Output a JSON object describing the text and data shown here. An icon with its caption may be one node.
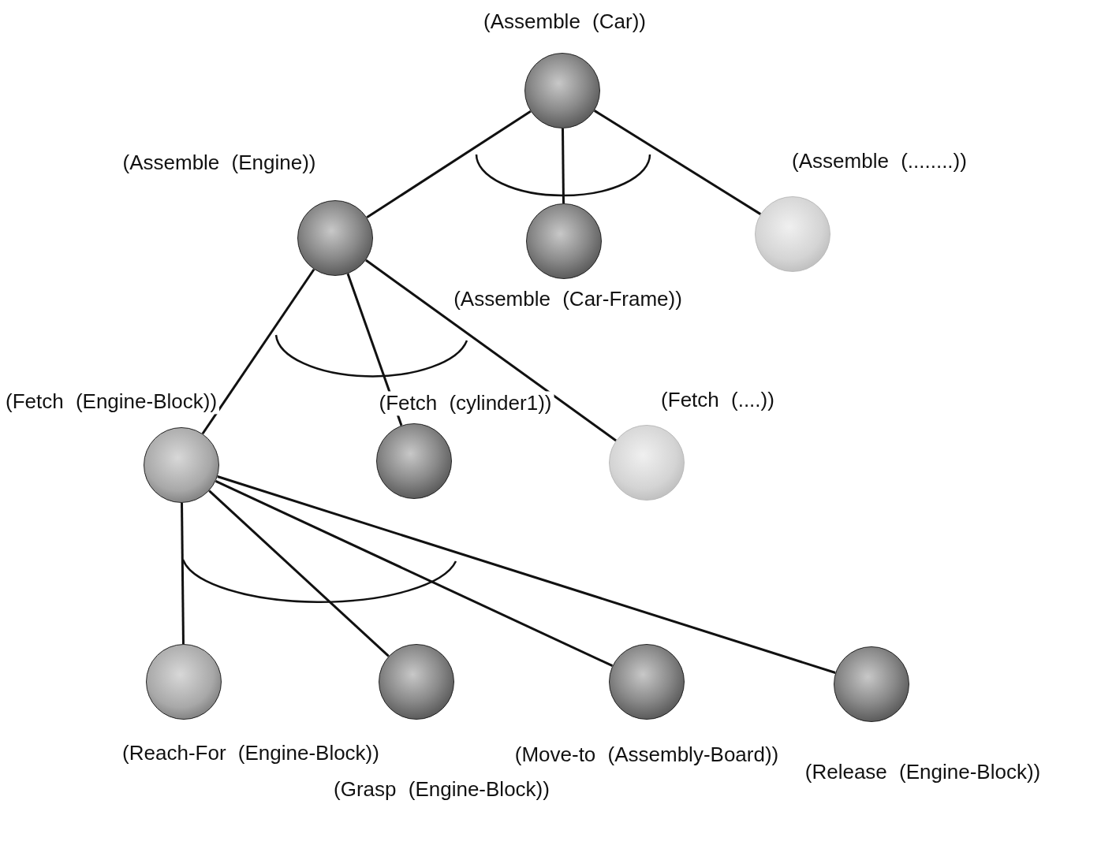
{
  "diagram": {
    "nodes": [
      {
        "text": [],
        "shape": "circle",
        "beside": [
          "(Assemble (Car))"
        ]
      },
      {
        "text": [],
        "shape": "circle",
        "beside": [
          "(Assemble (Engine))"
        ]
      },
      {
        "text": [],
        "shape": "circle",
        "beside": [
          "(Assemble (Car-Frame))"
        ]
      },
      {
        "text": [],
        "shape": "circle",
        "beside": [
          "(Assemble (........))"
        ]
      },
      {
        "text": [],
        "shape": "circle",
        "beside": [
          "(Fetch (Engine-Block))"
        ]
      },
      {
        "text": [],
        "shape": "circle",
        "beside": [
          "(Fetch (cylinder1))"
        ]
      },
      {
        "text": [],
        "shape": "circle",
        "beside": [
          "(Fetch (....))"
        ]
      },
      {
        "text": [],
        "shape": "circle",
        "beside": [
          "(Reach-For (Engine-Block))"
        ]
      },
      {
        "text": [],
        "shape": "circle",
        "beside": [
          "(Grasp (Engine-Block))"
        ]
      },
      {
        "text": [],
        "shape": "circle",
        "beside": [
          "(Move-to (Assembly-Board))"
        ]
      },
      {
        "text": [],
        "shape": "circle",
        "beside": [
          "(Release (Engine-Block))"
        ]
      }
    ],
    "edges": [
      {
        "from": 0,
        "to": 1,
        "arrow": "none"
      },
      {
        "from": 0,
        "to": 2,
        "arrow": "none"
      },
      {
        "from": 0,
        "to": 3,
        "arrow": "none"
      },
      {
        "from": 1,
        "to": 4,
        "arrow": "none"
      },
      {
        "from": 1,
        "to": 5,
        "arrow": "none"
      },
      {
        "from": 1,
        "to": 6,
        "arrow": "none"
      },
      {
        "from": 4,
        "to": 7,
        "arrow": "none"
      },
      {
        "from": 4,
        "to": 8,
        "arrow": "none"
      },
      {
        "from": 4,
        "to": 9,
        "arrow": "none"
      },
      {
        "from": 4,
        "to": 10,
        "arrow": "none"
      }
    ]
  }
}
